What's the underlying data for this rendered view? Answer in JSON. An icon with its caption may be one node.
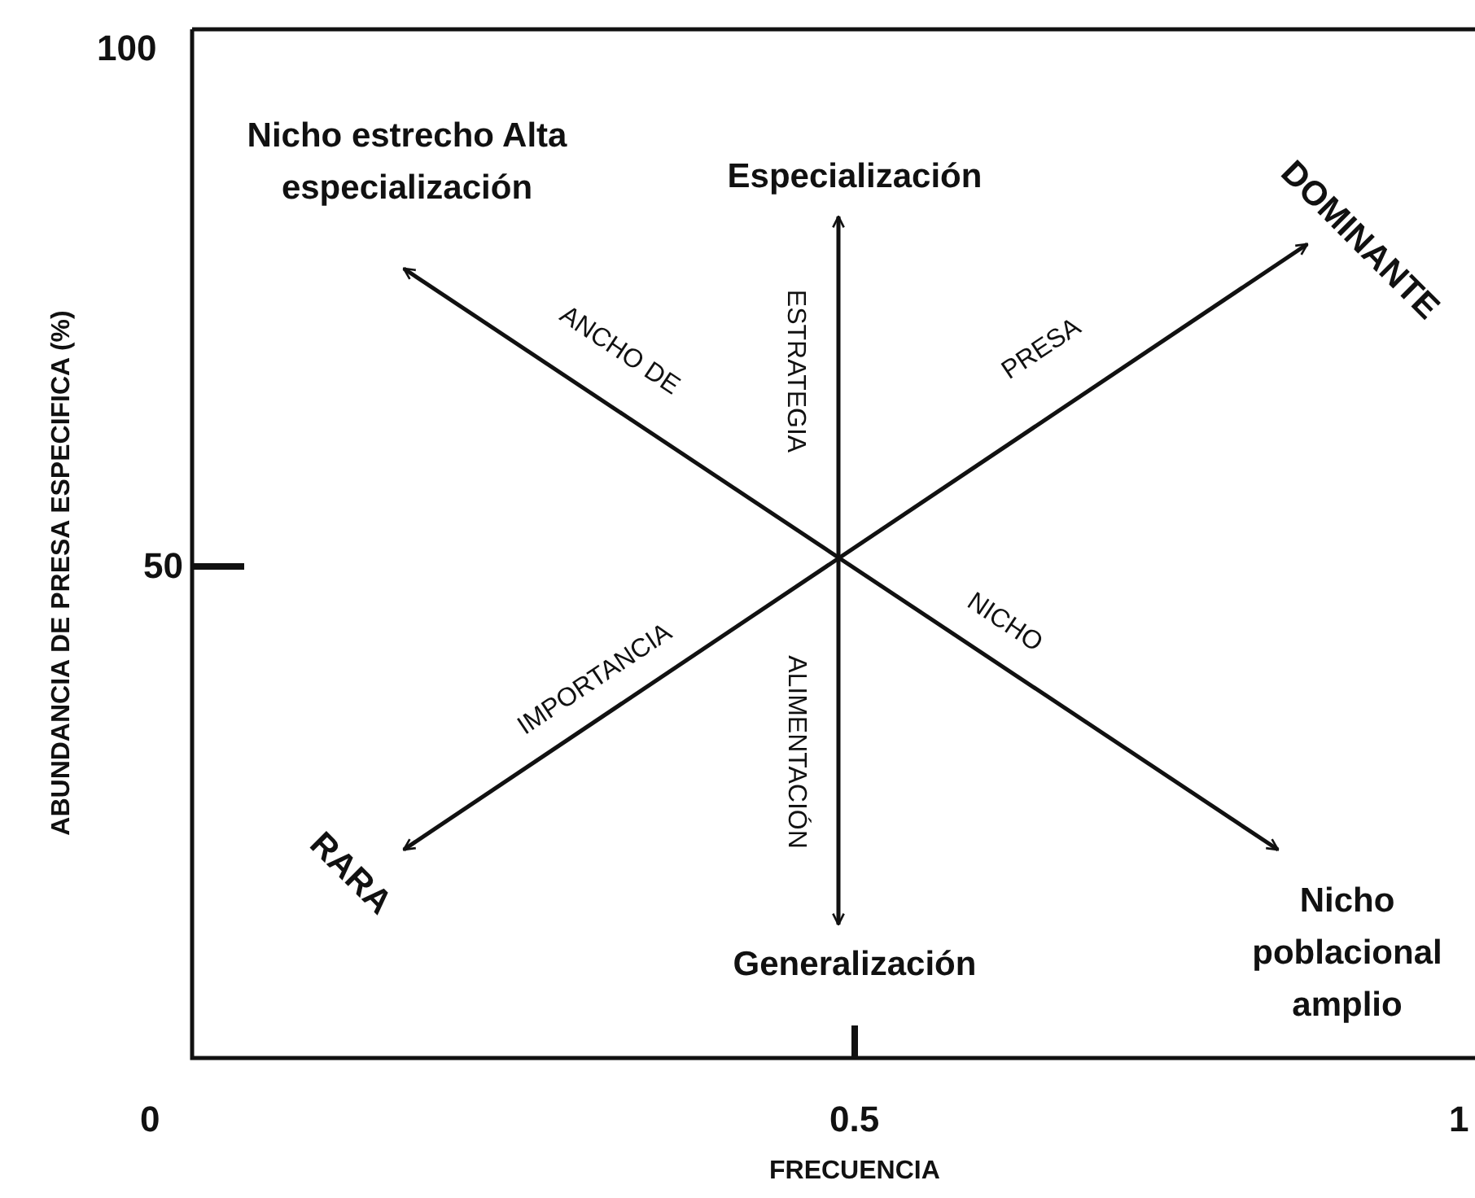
{
  "diagram": {
    "nodes": [
      {
        "text": [
          "Nicho estrecho Alta especialización"
        ]
      },
      {
        "text": [
          "Especialización"
        ]
      },
      {
        "text": [
          "DOMINANTE"
        ]
      },
      {
        "text": [
          "RARA"
        ]
      },
      {
        "text": [
          "Generalización"
        ]
      },
      {
        "text": [
          "Nicho poblacional amplio"
        ]
      }
    ],
    "edges": [
      {
        "from": 0,
        "to": 5,
        "arrow": "both"
      },
      {
        "from": 1,
        "to": 4,
        "arrow": "both"
      },
      {
        "from": 3,
        "to": 2,
        "arrow": "both"
      }
    ],
    "labels": [
      "100",
      "ABUNDANCIA DE PRESA ESPECIFICA (%)",
      "ANCHO DE",
      "ESTRATEGIA",
      "PRESA",
      "50",
      "IMPORTANCIA",
      "ALIMENTACIÓN",
      "NICHO",
      "0",
      "0.5",
      "1",
      "FRECUENCIA"
    ]
  }
}
